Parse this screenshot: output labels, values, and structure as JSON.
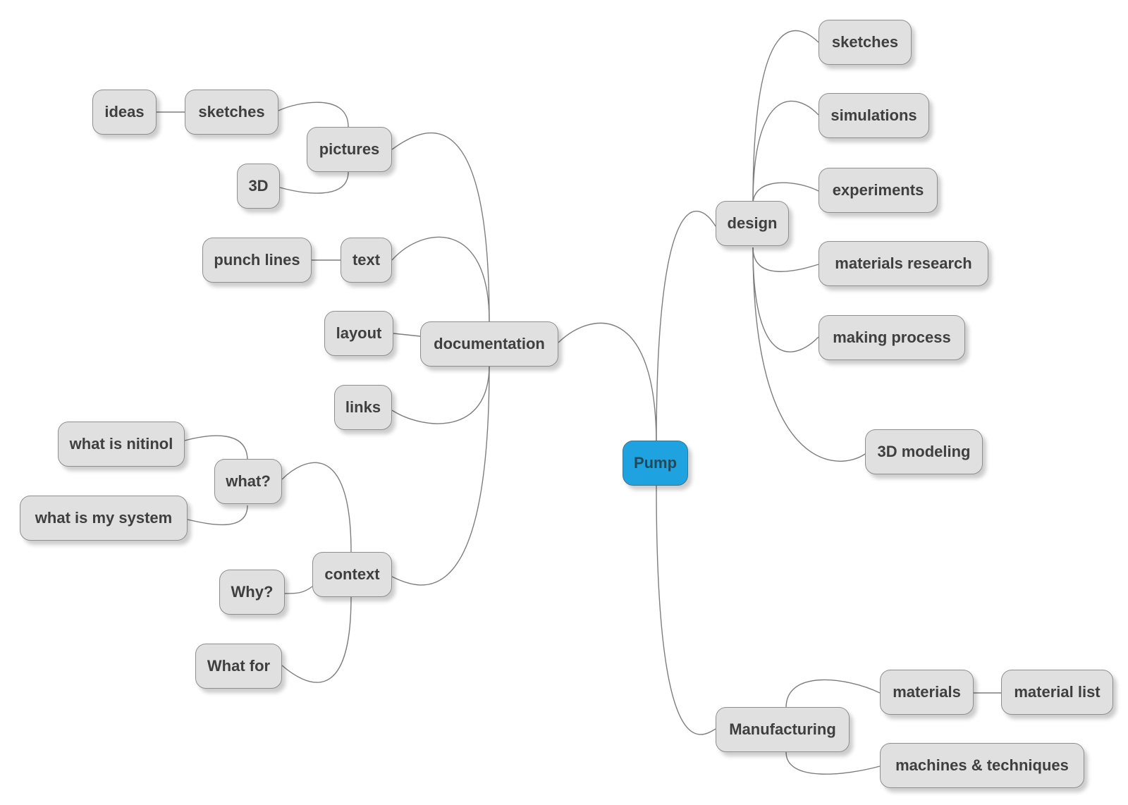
{
  "root": {
    "label": "Pump",
    "fill": "#1fa3e0"
  },
  "colors": {
    "node_fill": "#e0e0e0",
    "node_border": "#8e8e8e",
    "node_text": "#3f3f3f",
    "edge": "#7d7d7d",
    "root_fill": "#1fa3e0"
  },
  "left_branch": {
    "documentation": {
      "label": "documentation",
      "pictures": {
        "label": "pictures",
        "sketches": {
          "label": "sketches",
          "ideas": "ideas"
        },
        "three_d": "3D"
      },
      "text": {
        "label": "text",
        "punch_lines": "punch lines"
      },
      "layout": "layout",
      "links": "links",
      "context": {
        "label": "context",
        "what": {
          "label": "what?",
          "what_is_nitinol": "what is nitinol",
          "what_is_my_system": "what is my system"
        },
        "why": "Why?",
        "what_for": "What for"
      }
    }
  },
  "right_branch": {
    "design": {
      "label": "design",
      "sketches": "sketches",
      "simulations": "simulations",
      "experiments": "experiments",
      "materials_research": "materials research",
      "making_process": "making process",
      "three_d_modeling": "3D modeling"
    },
    "manufacturing": {
      "label": "Manufacturing",
      "materials": {
        "label": "materials",
        "material_list": "material list"
      },
      "machines_techniques": "machines & techniques"
    }
  }
}
